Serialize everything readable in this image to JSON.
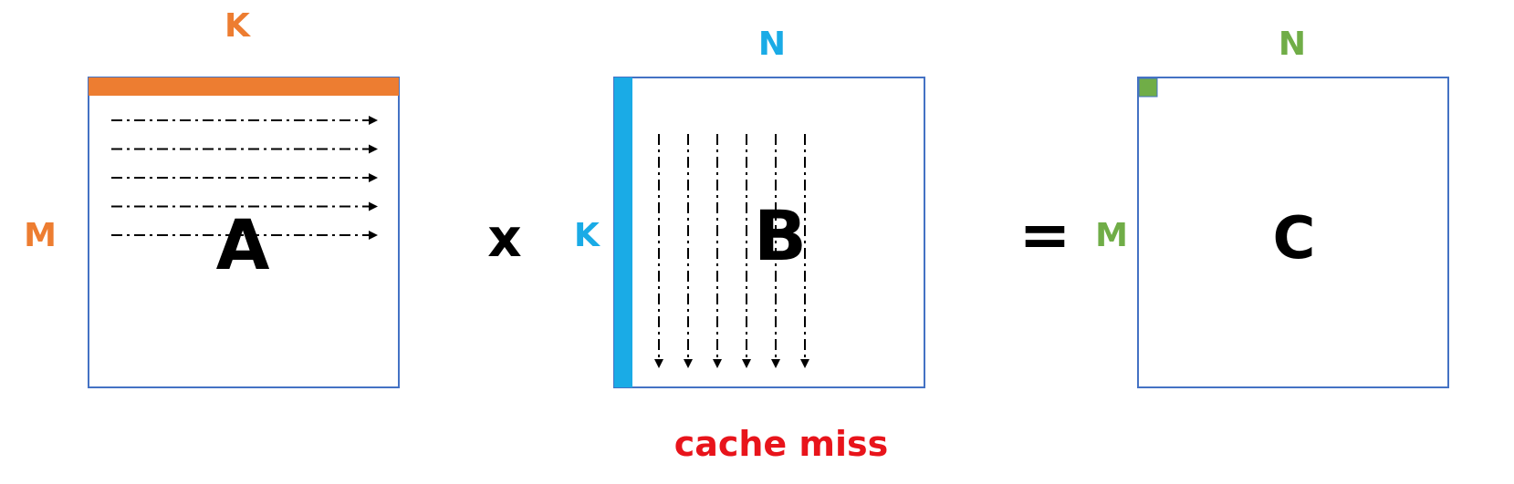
{
  "matrix_a": {
    "name": "A",
    "top_dim": "K",
    "side_dim": "M",
    "highlight_color": "#ED7D31",
    "arrow_direction": "horizontal",
    "arrow_count": 5
  },
  "operator_times": "x",
  "matrix_b": {
    "name": "B",
    "top_dim": "N",
    "side_dim": "K",
    "highlight_color": "#1AABE6",
    "arrow_direction": "vertical",
    "arrow_count": 6
  },
  "operator_equals": "=",
  "matrix_c": {
    "name": "C",
    "top_dim": "N",
    "side_dim": "M",
    "highlight_color": "#70AD47"
  },
  "caption": {
    "text": "cache miss",
    "color": "#E8141B"
  },
  "colors": {
    "border": "#4472C4",
    "arrow": "#000000",
    "text": "#000000"
  }
}
